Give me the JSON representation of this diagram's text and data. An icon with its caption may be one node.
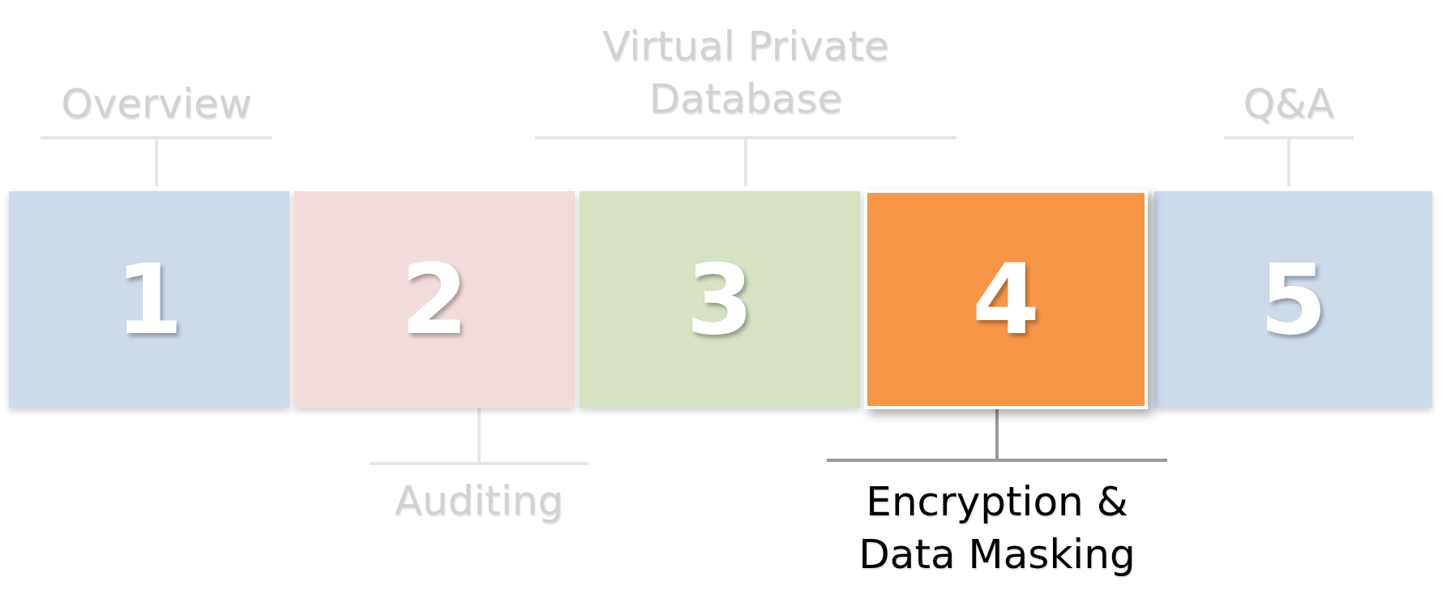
{
  "diagram": {
    "nodes": [
      {
        "text": [
          "Overview"
        ]
      },
      {
        "text": [
          "Virtual Private Database"
        ]
      },
      {
        "text": [
          "Q&A"
        ]
      },
      {
        "text": [
          "1"
        ]
      },
      {
        "text": [
          "2"
        ]
      },
      {
        "text": [
          "3"
        ]
      },
      {
        "text": [
          "4"
        ]
      },
      {
        "text": [
          "5"
        ]
      },
      {
        "text": [
          "Auditing"
        ]
      },
      {
        "text": [
          "Encryption & Data Masking"
        ]
      }
    ],
    "edges": [
      {
        "from": 0,
        "to": 3,
        "arrow": "none"
      },
      {
        "from": 1,
        "to": 5,
        "arrow": "none"
      },
      {
        "from": 2,
        "to": 7,
        "arrow": "none"
      },
      {
        "from": 8,
        "to": 4,
        "arrow": "none"
      },
      {
        "from": 9,
        "to": 6,
        "arrow": "none",
        "color": "#9a9a9a"
      }
    ]
  }
}
